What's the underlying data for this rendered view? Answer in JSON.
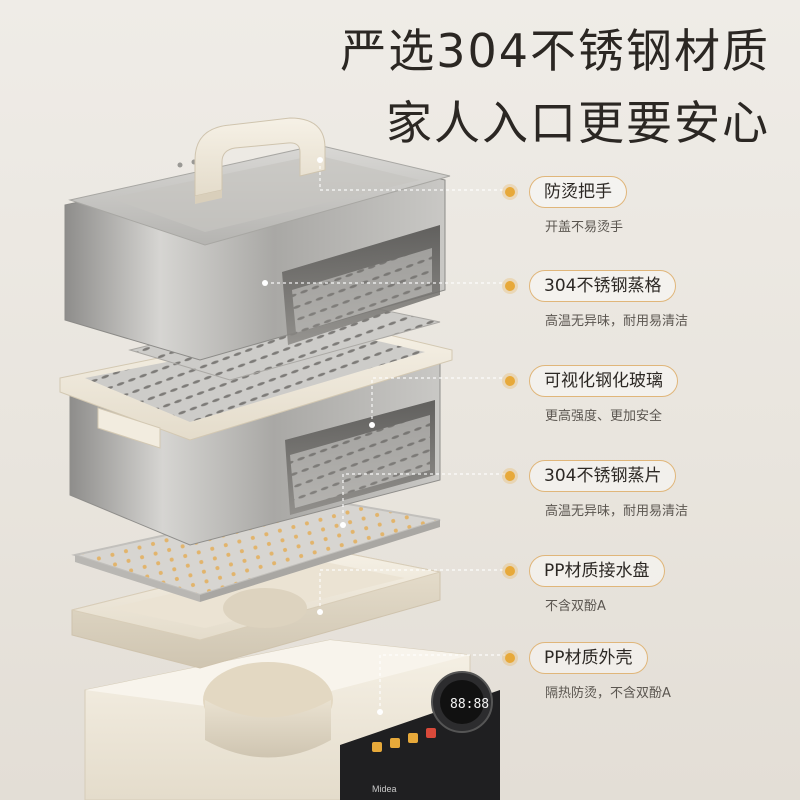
{
  "headline": {
    "line1": "严选304不锈钢材质",
    "line2": "家人入口更要安心"
  },
  "features": [
    {
      "title": "防烫把手",
      "desc": "开盖不易烫手"
    },
    {
      "title": "304不锈钢蒸格",
      "desc": "高温无异味，耐用易清洁"
    },
    {
      "title": "可视化钢化玻璃",
      "desc": "更高强度、更加安全"
    },
    {
      "title": "304不锈钢蒸片",
      "desc": "高温无异味，耐用易清洁"
    },
    {
      "title": "PP材质接水盘",
      "desc": "不含双酚A"
    },
    {
      "title": "PP材质外壳",
      "desc": "隔热防烫，不含双酚A"
    }
  ],
  "display": {
    "readout": "88:88"
  },
  "brand": {
    "logo_text": "Midea"
  },
  "colors": {
    "accent": "#e7a93a",
    "steel": "#b9b8b6",
    "cream": "#f1ebdd"
  }
}
